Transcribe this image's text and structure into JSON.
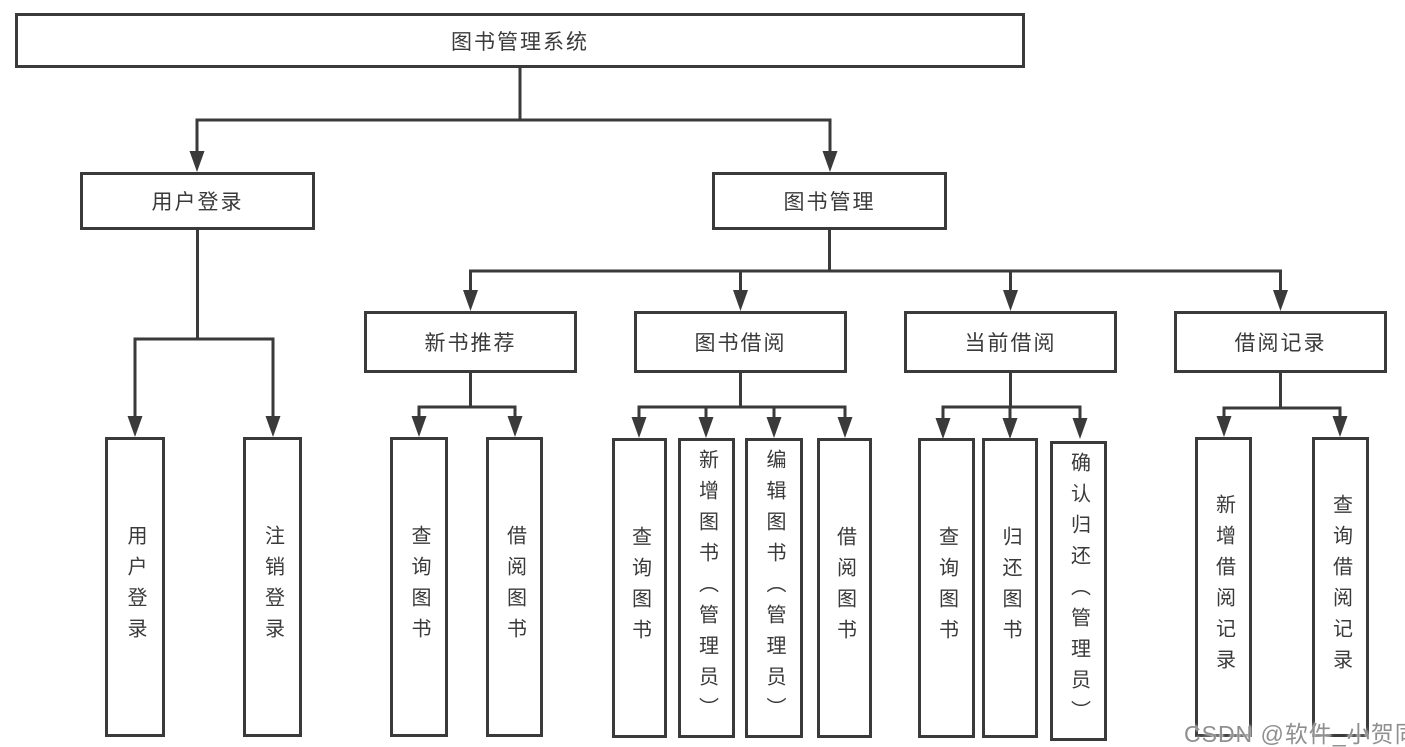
{
  "diagram": {
    "title": "图书管理系统",
    "branches": [
      {
        "label": "用户登录",
        "children": [
          {
            "label": "用户登录"
          },
          {
            "label": "注销登录"
          }
        ]
      },
      {
        "label": "图书管理",
        "children": [
          {
            "label": "新书推荐",
            "children": [
              {
                "label": "查询图书"
              },
              {
                "label": "借阅图书"
              }
            ]
          },
          {
            "label": "图书借阅",
            "children": [
              {
                "label": "查询图书"
              },
              {
                "label": "新增图书（管理员）"
              },
              {
                "label": "编辑图书（管理员）"
              },
              {
                "label": "借阅图书"
              }
            ]
          },
          {
            "label": "当前借阅",
            "children": [
              {
                "label": "查询图书"
              },
              {
                "label": "归还图书"
              },
              {
                "label": "确认归还（管理员）"
              }
            ]
          },
          {
            "label": "借阅记录",
            "children": [
              {
                "label": "新增借阅记录"
              },
              {
                "label": "查询借阅记录"
              }
            ]
          }
        ]
      }
    ]
  },
  "watermark": "CSDN @软件_小贺同学",
  "colors": {
    "background": "#ffffff",
    "box_fill": "#ffffff",
    "line": "#3a3a3a",
    "text": "#3a3a3a",
    "watermark": "#8f8f8f"
  }
}
